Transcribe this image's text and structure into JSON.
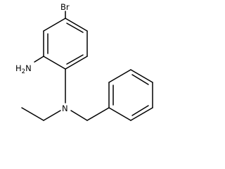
{
  "molecule": {
    "atom_labels": {
      "bromine": "Br",
      "amine": "H2N",
      "nitrogen": "N"
    },
    "bond_color": "#000000",
    "label_color": "#000000",
    "background_color": "#ffffff"
  }
}
